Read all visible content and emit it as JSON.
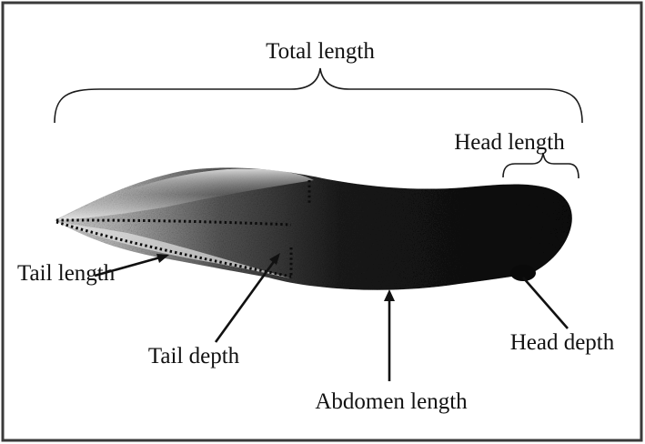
{
  "labels": {
    "total_length": "Total length",
    "head_length": "Head length",
    "tail_length": "Tail length",
    "tail_depth": "Tail depth",
    "abdomen_length": "Abdomen length",
    "head_depth": "Head depth"
  },
  "colors": {
    "frame": "#3a3a3a",
    "body_dark": "#111111",
    "body_light": "#c8c8c8",
    "text": "#111111"
  }
}
